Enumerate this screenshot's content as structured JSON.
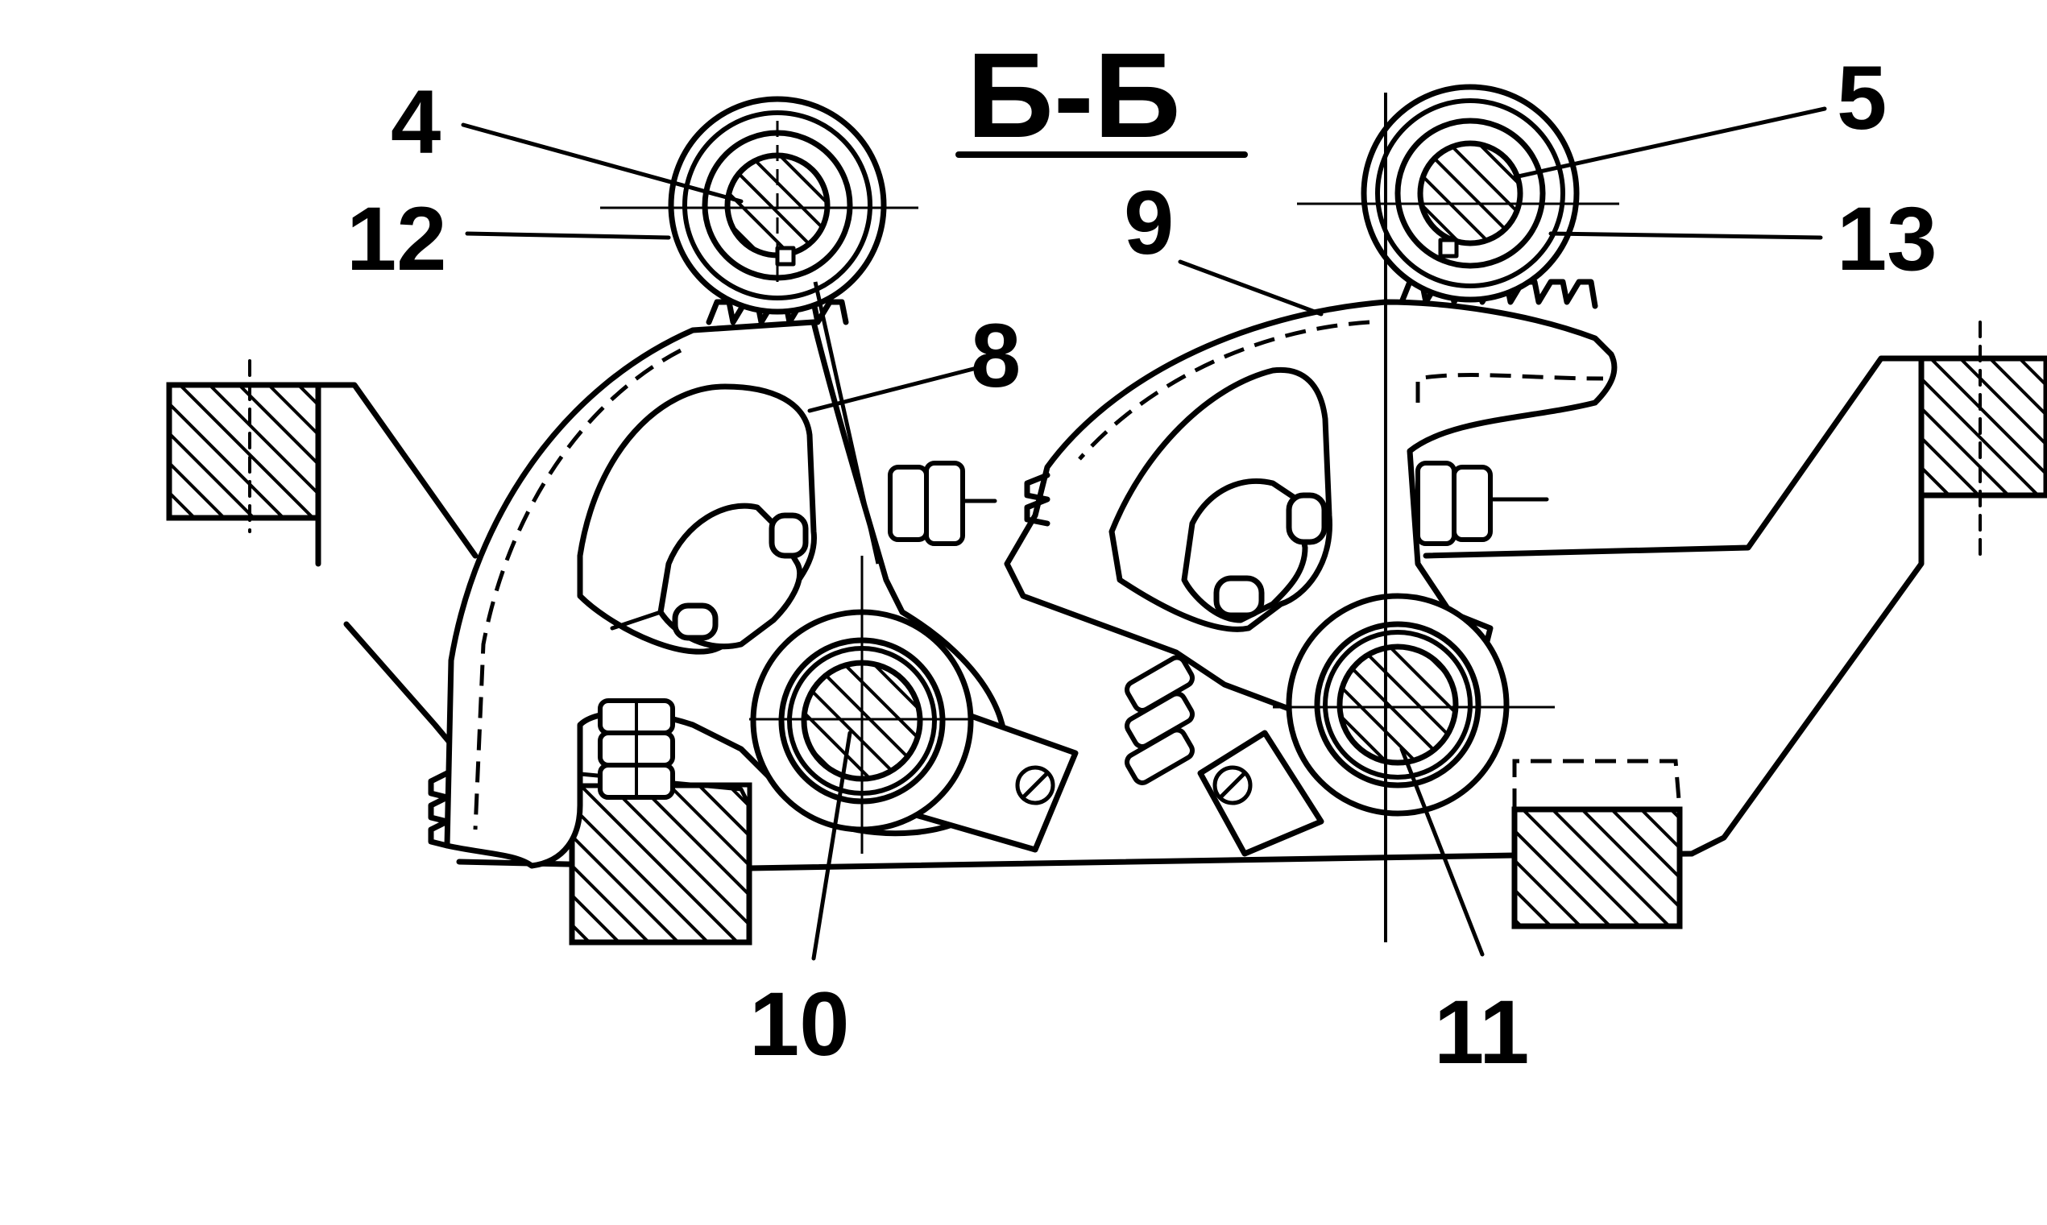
{
  "title": "Б-Б",
  "labels": {
    "l4": "4",
    "l5": "5",
    "l8": "8",
    "l9": "9",
    "l10": "10",
    "l11": "11",
    "l12": "12",
    "l13": "13"
  },
  "colors": {
    "ink": "#000000",
    "paper": "#ffffff"
  }
}
